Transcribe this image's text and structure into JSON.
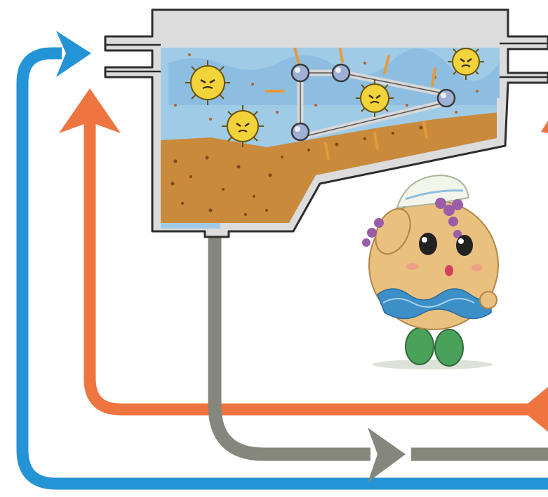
{
  "diagram": {
    "type": "process-flow",
    "colors": {
      "return_loop": "#2494d6",
      "recirculation_loop": "#ee7440",
      "sludge_line": "#86877c",
      "tank_wall": "#d9d9d9",
      "tank_outline": "#333333",
      "water": "#9fcbe6",
      "sediment": "#c98a3c",
      "microbe": "#f2d33a",
      "mascot_body": "#e9c07e",
      "mascot_flowers": "#9b5ca8",
      "mascot_shoes": "#4aa15a",
      "mascot_wave": "#3d8fc8"
    },
    "elements": {
      "tank": "settling-tank",
      "conveyor": "sludge-scraper-conveyor",
      "microbes": "yellow-microbe-characters",
      "mascot": "egg-shaped-mascot-with-flowers-and-hat"
    }
  }
}
